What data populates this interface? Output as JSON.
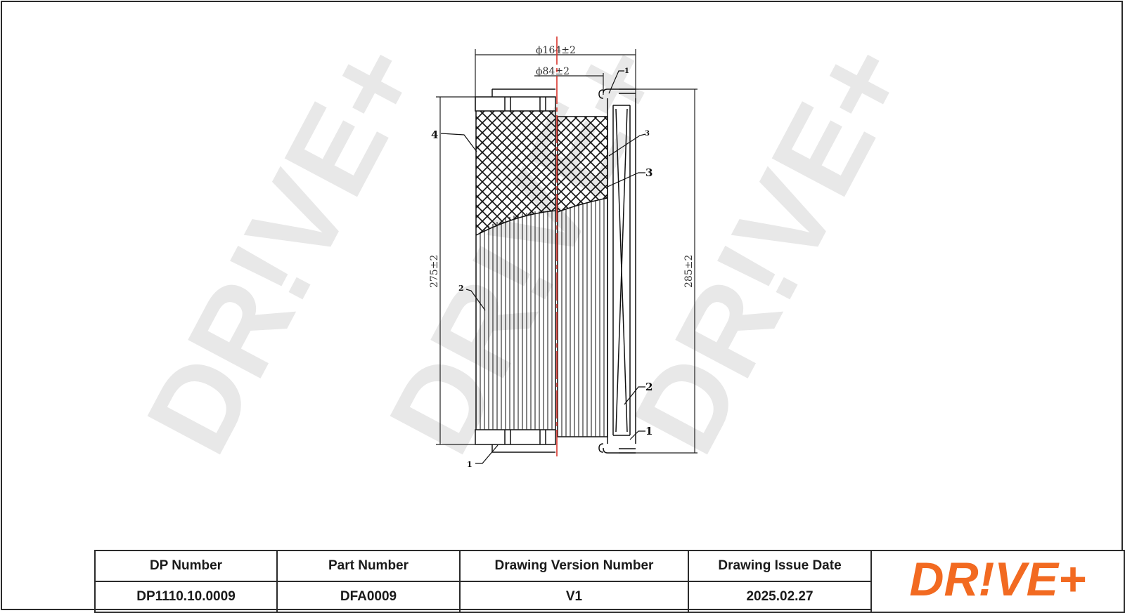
{
  "brand": {
    "logo_text": "DR!VE+",
    "watermark_text": "DR!VE+",
    "accent_color": "#f26a21",
    "watermark_color": "#e6e6e6"
  },
  "drawing": {
    "dimensions": {
      "outer_diameter": "ϕ164±2",
      "inner_diameter": "ϕ84±2",
      "element_height": "275±2",
      "total_height": "285±2"
    },
    "callouts": [
      "1",
      "1",
      "1",
      "2",
      "2",
      "3",
      "3",
      "4"
    ]
  },
  "title_block": {
    "headers": [
      "DP Number",
      "Part Number",
      "Drawing Version Number",
      "Drawing Issue Date"
    ],
    "values": [
      "DP1110.10.0009",
      "DFA0009",
      "V1",
      "2025.02.27"
    ]
  }
}
